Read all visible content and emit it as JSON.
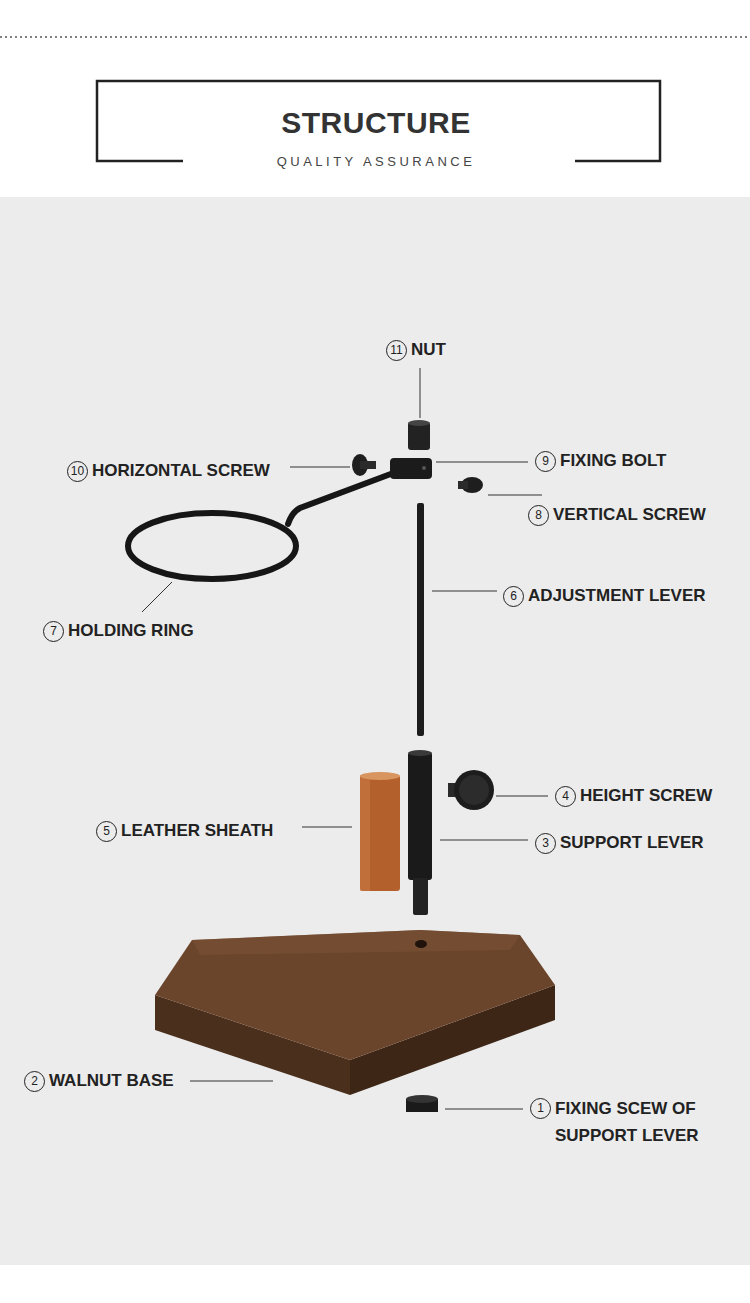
{
  "diagram": {
    "title": "STRUCTURE",
    "labels": [
      "QUALITY ASSURANCE",
      "11",
      "NUT",
      "10",
      "HORIZONTAL SCREW",
      "9",
      "FIXING BOLT",
      "8",
      "VERTICAL SCREW",
      "6",
      "ADJUSTMENT LEVER",
      "7",
      "HOLDING RING",
      "4",
      "HEIGHT SCREW",
      "5",
      "LEATHER SHEATH",
      "3",
      "SUPPORT LEVER",
      "2",
      "WALNUT BASE",
      "1",
      "FIXING SCEW OF SUPPORT LEVER"
    ]
  }
}
